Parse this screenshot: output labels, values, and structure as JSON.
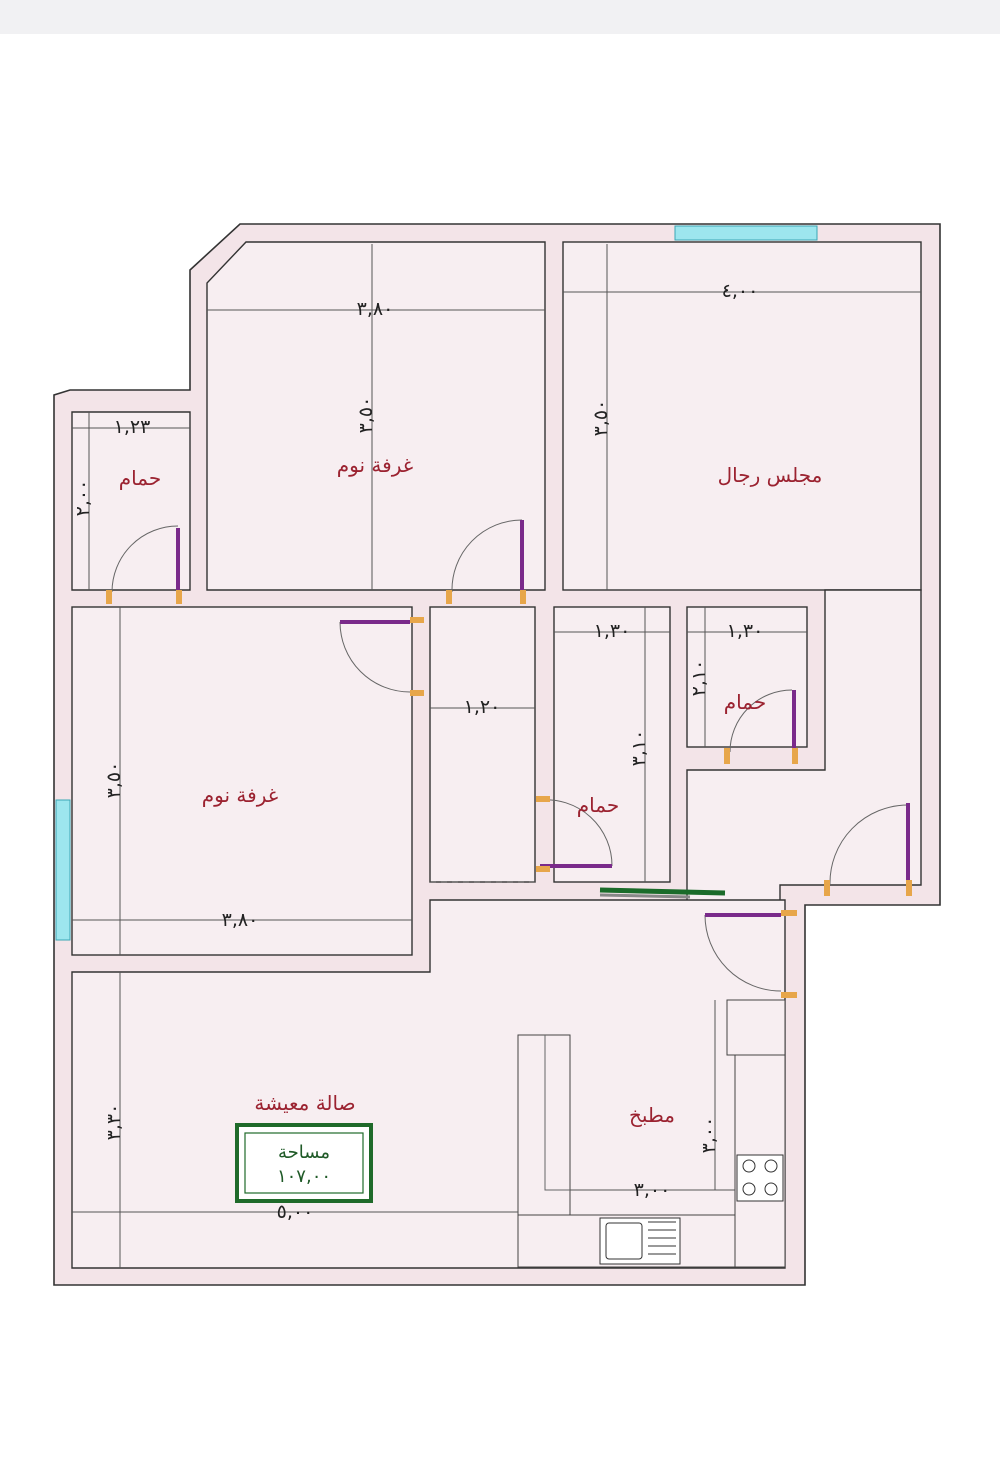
{
  "rooms": {
    "bedroom_top": "غرفة نوم",
    "majlis": "مجلس رجال",
    "bath_left": "حمام",
    "bedroom_left": "غرفة نوم",
    "bath_mid": "حمام",
    "bath_right": "حمام",
    "living": "صالة معيشة",
    "kitchen": "مطبخ"
  },
  "dimensions": {
    "bedroom_top_width": "٣,٨٠",
    "bedroom_top_length": "٣,٥٠",
    "majlis_width": "٤,٠٠",
    "majlis_length": "٣,٥٠",
    "bath_left_width": "١,٢٣",
    "bath_left_length": "٢,٠٠",
    "bedroom_left_length": "٣,٥٠",
    "bedroom_left_width": "٣,٨٠",
    "corridor_width": "١,٢٠",
    "bath_mid_width": "١,٣٠",
    "bath_mid_length": "٣,١٠",
    "bath_right_width": "١,٣٠",
    "bath_right_length": "٢,١٠",
    "living_length": "٣,٣٠",
    "living_width": "٥,٠٠",
    "kitchen_width": "٣,٠٠",
    "kitchen_length": "٣,٠٠"
  },
  "area": {
    "label": "مساحة",
    "value": "١٠٧,٠٠"
  },
  "colors": {
    "room_label": "#9b2230",
    "area_frame": "#1f6a2a",
    "window": "#9de6ee",
    "door_leaf": "#7a2a8a",
    "floor": "#f7eef1"
  }
}
